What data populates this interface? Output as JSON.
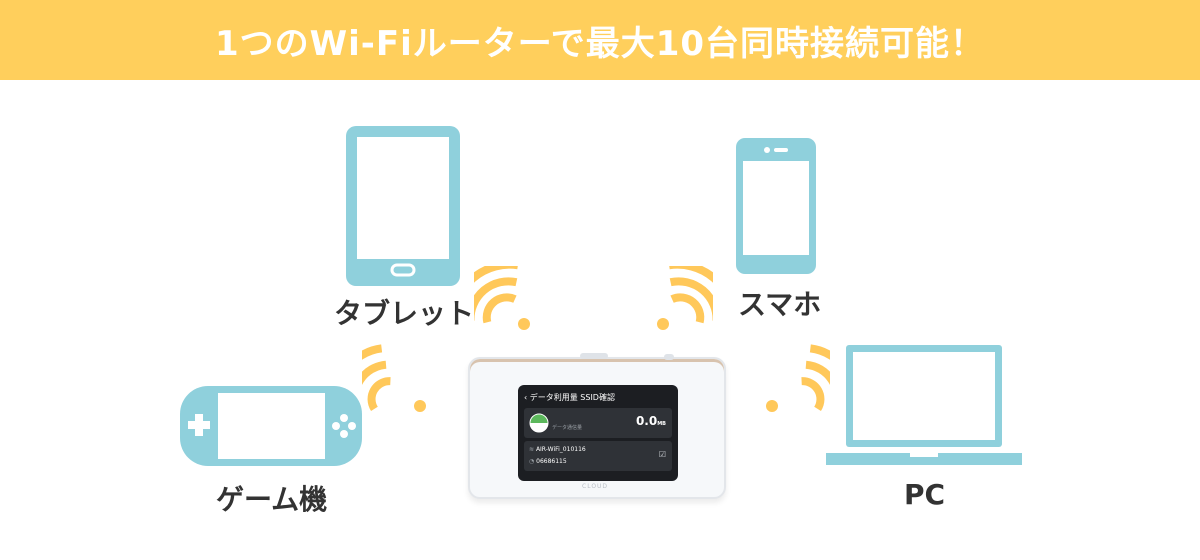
{
  "banner": {
    "title": "1つのWi-Fiルーターで最大10台同時接続可能！"
  },
  "devices": {
    "tablet": "タブレット",
    "smartphone": "スマホ",
    "game": "ゲーム機",
    "pc": "PC"
  },
  "router": {
    "screen_title": "データ利用量 SSID確認",
    "data_label": "データ通信量",
    "data_value": "0.0",
    "data_unit": "MB",
    "ssid": "AIR-WiFi_010116",
    "password": "06686115",
    "brand": "CLOUD"
  },
  "colors": {
    "banner": "#ffcf5c",
    "device": "#8fd0dc",
    "wifi": "#ffc85a",
    "label": "#333333"
  }
}
